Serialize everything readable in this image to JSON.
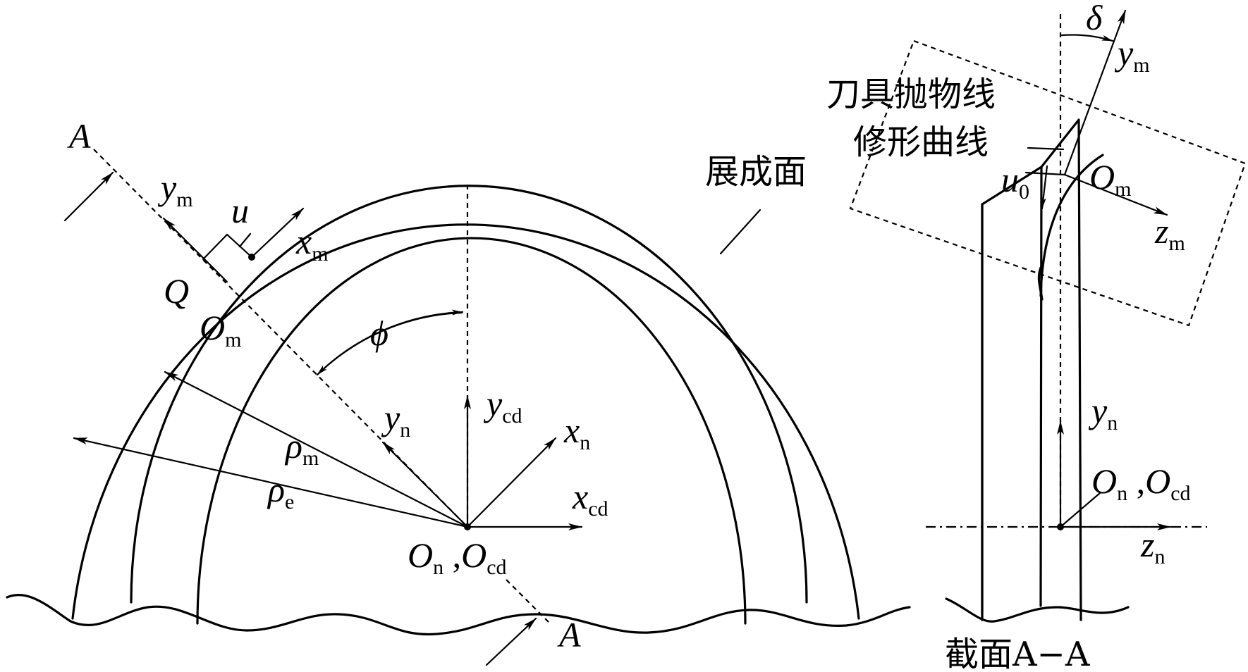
{
  "labels": {
    "A_top": "A",
    "A_bottom": "A",
    "ym_left": {
      "base": "y",
      "sub": "m"
    },
    "u": "u",
    "xm_left": {
      "base": "x",
      "sub": "m"
    },
    "Q": "Q",
    "Om_left": {
      "base": "O",
      "sub": "m"
    },
    "phi": "ϕ",
    "yn_left": {
      "base": "y",
      "sub": "n"
    },
    "ycd": {
      "base": "y",
      "sub": "cd"
    },
    "xn": {
      "base": "x",
      "sub": "n"
    },
    "xcd": {
      "base": "x",
      "sub": "cd"
    },
    "rho_m": {
      "base": "ρ",
      "sub": "m"
    },
    "rho_e": {
      "base": "ρ",
      "sub": "e"
    },
    "On_Ocd_left": {
      "a": "O",
      "a_sub": "n",
      "sep": " ,",
      "b": "O",
      "b_sub": "cd"
    },
    "generating_surface": "展成面",
    "tool_line1": "刀具抛物线",
    "tool_line2": "修形曲线",
    "delta": "δ",
    "ym_right": {
      "base": "y",
      "sub": "m"
    },
    "u0": {
      "base": "u",
      "sub": "0"
    },
    "Om_right": {
      "base": "O",
      "sub": "m"
    },
    "zm": {
      "base": "z",
      "sub": "m"
    },
    "yn_right": {
      "base": "y",
      "sub": "n"
    },
    "On_Ocd_right": {
      "a": "O",
      "a_sub": "n",
      "sep": " ,",
      "b": "O",
      "b_sub": "cd"
    },
    "zn": {
      "base": "z",
      "sub": "n"
    },
    "section": "截面A−A"
  }
}
